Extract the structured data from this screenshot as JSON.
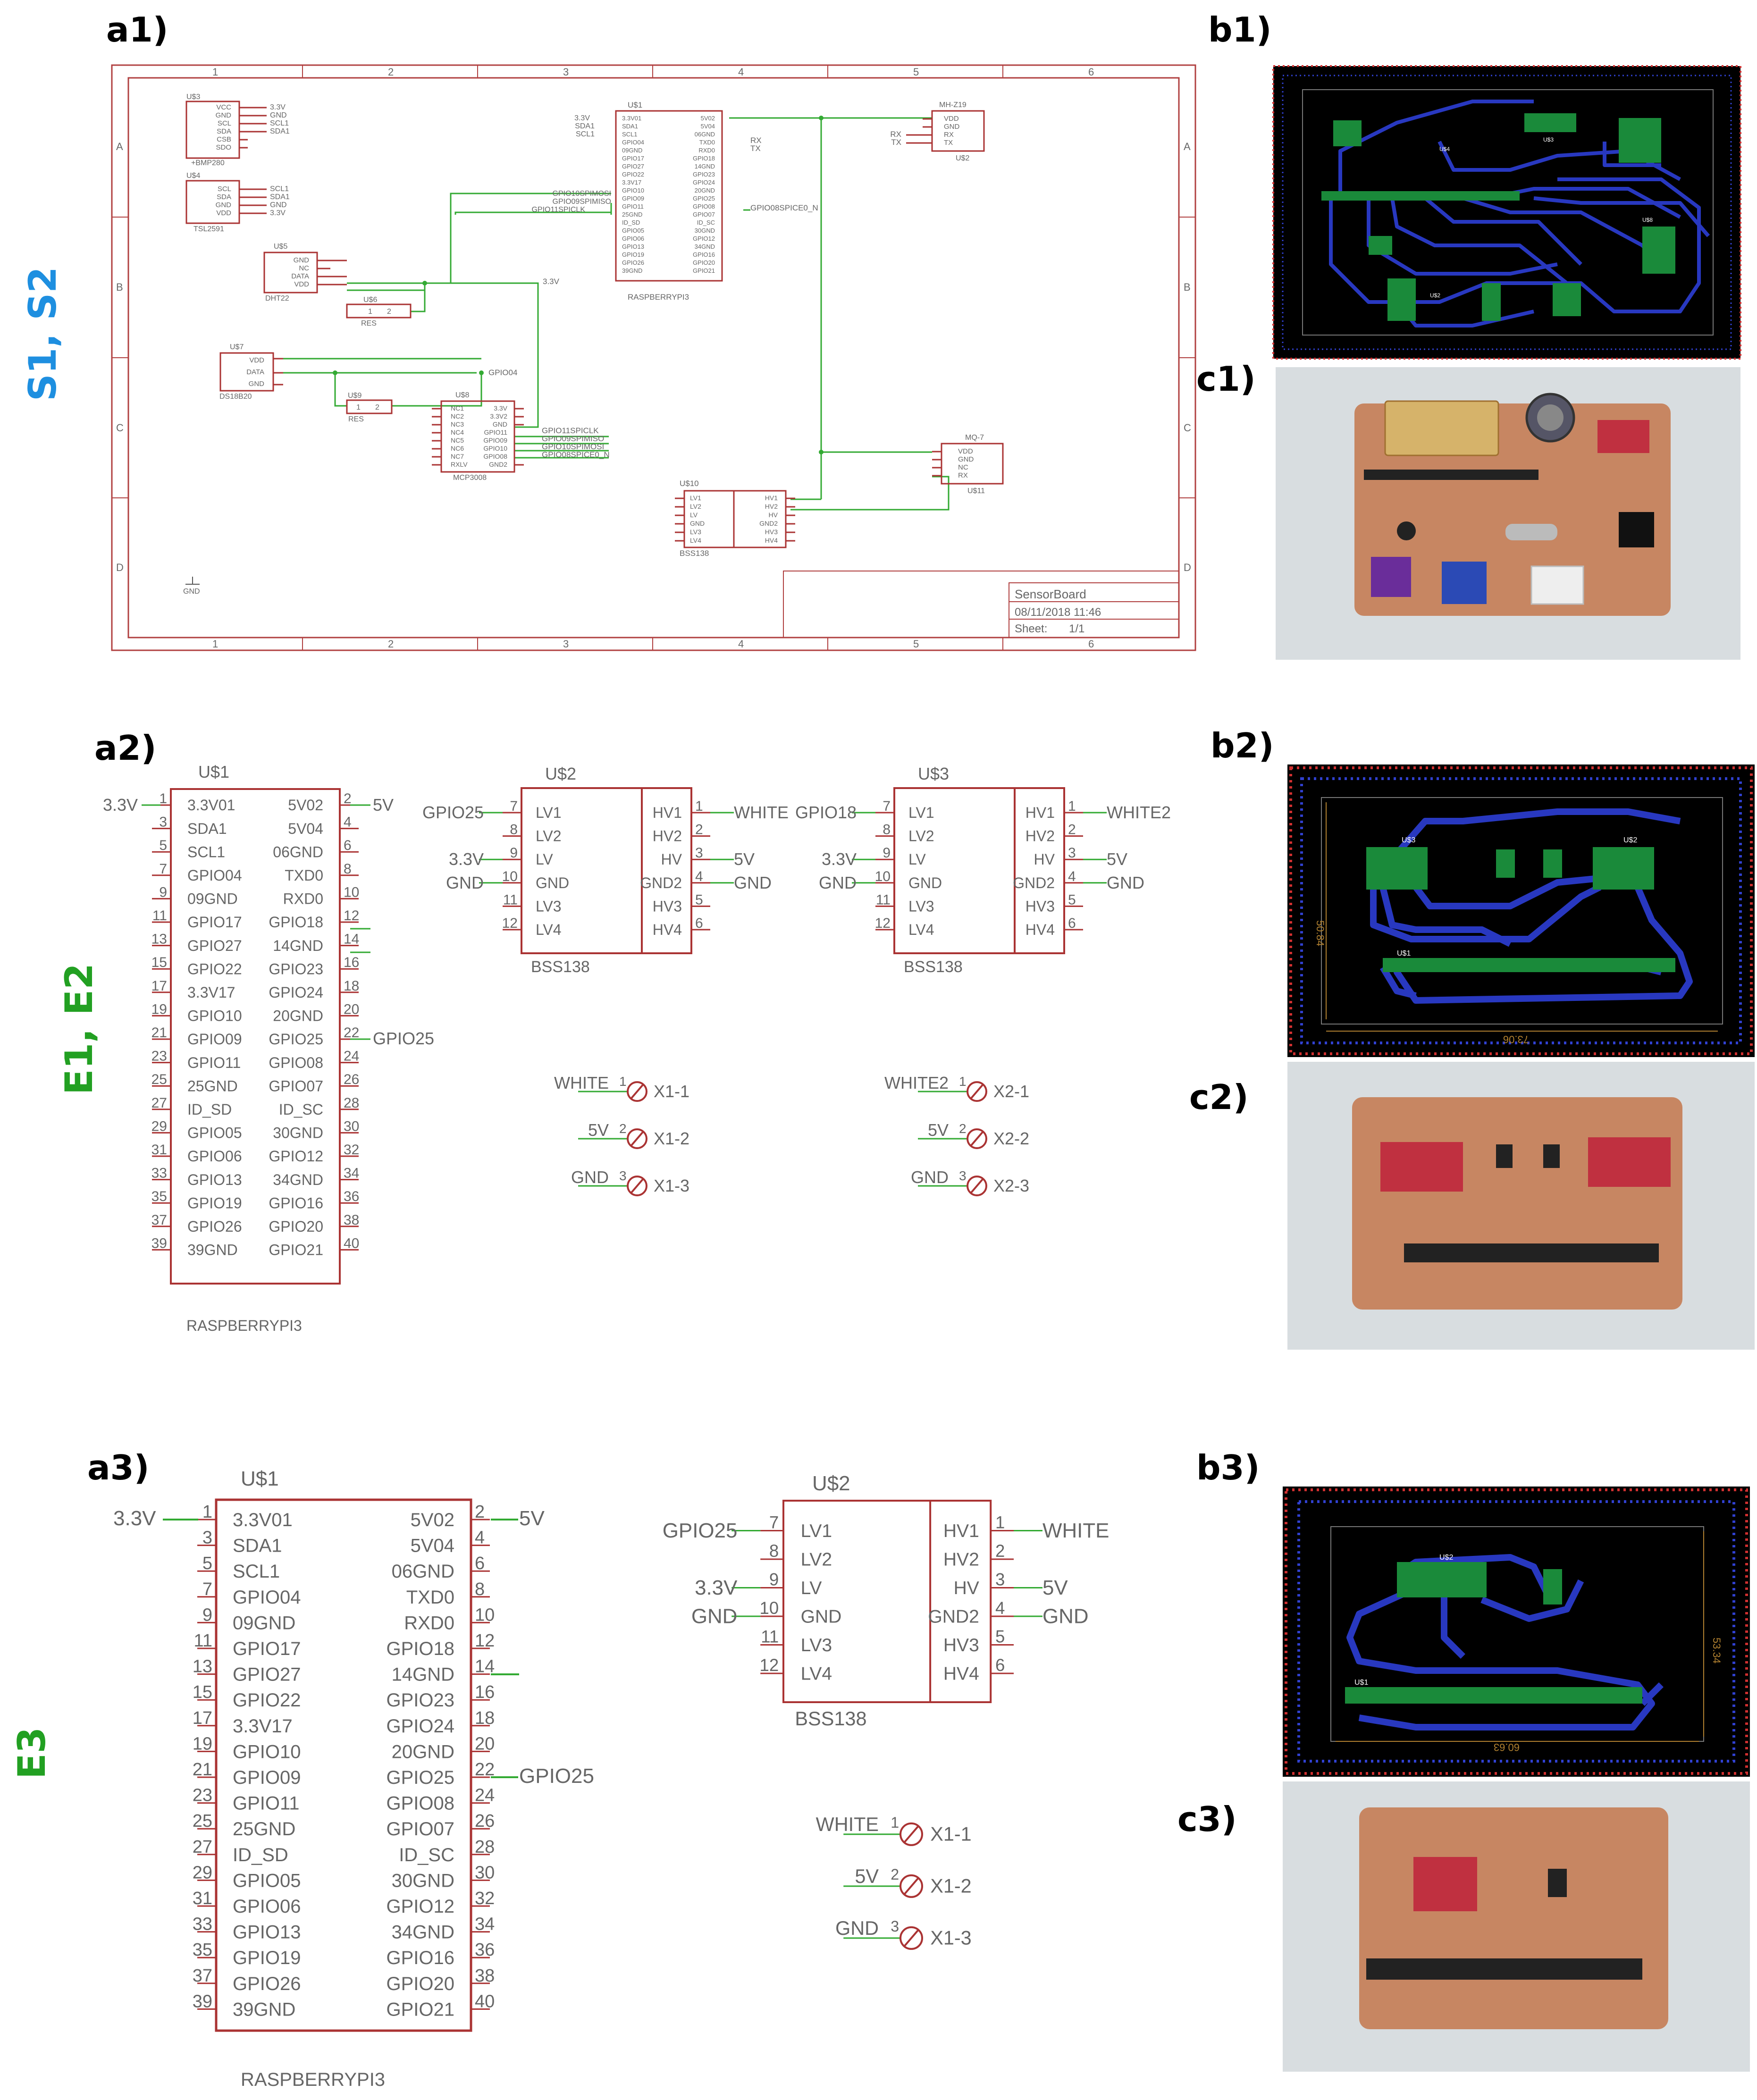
{
  "panel_labels": {
    "a1": "a1)",
    "b1": "b1)",
    "c1": "c1)",
    "a2": "a2)",
    "b2": "b2)",
    "c2": "c2)",
    "a3": "a3)",
    "b3": "b3)",
    "c3": "c3)"
  },
  "side_labels": {
    "s12": "S1, S2",
    "e12": "E1, E2",
    "e3": "E3"
  },
  "colors": {
    "s_label": "#1e8fe0",
    "e_label": "#22a022",
    "schematic_pin": "#a33333",
    "wire": "#33aa33",
    "pcb_bg": "#000000",
    "pcb_trace": "#2030b0",
    "pcb_border": "#d03030",
    "copper": "#c8865e"
  },
  "a1": {
    "col_numbers": [
      "1",
      "2",
      "3",
      "4",
      "5",
      "6"
    ],
    "row_letters": [
      "A",
      "B",
      "C",
      "D"
    ],
    "title_block": {
      "name": "SensorBoard",
      "date": "08/11/2018 11:46",
      "sheet_label": "Sheet:",
      "sheet": "1/1"
    },
    "us3": {
      "name": "U$3",
      "pins": [
        "VCC",
        "GND",
        "SCL",
        "SDA",
        "CSB",
        "SDO"
      ],
      "nets": [
        "3.3V",
        "GND",
        "SCL1",
        "SDA1"
      ],
      "part": "+BMP280"
    },
    "us4": {
      "name": "U$4",
      "pins": [
        "SCL",
        "SDA",
        "GND",
        "VDD"
      ],
      "nets": [
        "SCL1",
        "SDA1",
        "GND",
        "3.3V"
      ],
      "part": "TSL2591"
    },
    "us5": {
      "name": "U$5",
      "pins": [
        "GND",
        "NC",
        "DATA",
        "VDD"
      ],
      "part": "DHT22"
    },
    "us6": {
      "name": "U$6",
      "part": "RES"
    },
    "us7": {
      "name": "U$7",
      "pins": [
        "VDD",
        "DATA",
        "GND"
      ],
      "part": "DS18B20"
    },
    "us9": {
      "name": "U$9",
      "part": "RES"
    },
    "us8": {
      "name": "U$8",
      "left": [
        "NC1",
        "NC2",
        "NC3",
        "NC4",
        "NC5",
        "NC6",
        "NC7",
        "RXLV"
      ],
      "right": [
        "3.3V",
        "3.3V2",
        "GND",
        "GPIO11",
        "GPIO09",
        "GPIO10",
        "GPIO08",
        "GND2"
      ],
      "nets": [
        "GPIO11SPICLK",
        "GPIO09SPIMISO",
        "GPIO10SPIMOSI",
        "GPIO08SPICE0_N"
      ],
      "part": "MCP3008"
    },
    "us1": {
      "name": "U$1",
      "left": [
        "3.3V01",
        "SDA1",
        "SCL1",
        "GPIO04",
        "09GND",
        "GPIO17",
        "GPIO27",
        "GPIO22",
        "3.3V17",
        "GPIO10",
        "GPIO09",
        "GPIO11",
        "25GND",
        "ID_SD",
        "GPIO05",
        "GPIO06",
        "GPIO13",
        "GPIO19",
        "GPIO26",
        "39GND"
      ],
      "right": [
        "5V02",
        "5V04",
        "06GND",
        "TXD0",
        "RXD0",
        "GPIO18",
        "14GND",
        "GPIO23",
        "GPIO24",
        "20GND",
        "GPIO25",
        "GPIO08",
        "GPIO07",
        "ID_SC",
        "30GND",
        "GPIO12",
        "34GND",
        "GPIO16",
        "GPIO20",
        "GPIO21"
      ],
      "left_nets": [
        "3.3V",
        "SDA1",
        "SCL1"
      ],
      "spi_nets": [
        "GPIO10SPIMOSI",
        "GPIO09SPIMISO",
        "GPIO11SPICLK"
      ],
      "right_nets": [
        "RX",
        "TX"
      ],
      "spice_net": "GPIO08SPICE0_N",
      "part": "RASPBERRYPI3"
    },
    "us2": {
      "name": "MH-Z19",
      "pins": [
        "VDD",
        "GND",
        "RX",
        "TX"
      ],
      "nets": [
        "RX",
        "TX"
      ],
      "part": "U$2"
    },
    "us11": {
      "name": "MQ-7",
      "pins": [
        "VDD",
        "GND",
        "NC",
        "RX"
      ],
      "part": "U$11"
    },
    "us10": {
      "name": "U$10",
      "left": [
        "LV1",
        "LV2",
        "LV",
        "GND",
        "LV3",
        "LV4"
      ],
      "right": [
        "HV1",
        "HV2",
        "HV",
        "GND2",
        "HV3",
        "HV4"
      ],
      "part": "BSS138"
    },
    "misc": {
      "net_33": "3.3V",
      "net_gpio04": "GPIO04",
      "gnd": "GND"
    }
  },
  "a2": {
    "rpi": {
      "name": "U$1",
      "part": "RASPBERRYPI3",
      "left": [
        "3.3V01",
        "SDA1",
        "SCL1",
        "GPIO04",
        "09GND",
        "GPIO17",
        "GPIO27",
        "GPIO22",
        "3.3V17",
        "GPIO10",
        "GPIO09",
        "GPIO11",
        "25GND",
        "ID_SD",
        "GPIO05",
        "GPIO06",
        "GPIO13",
        "GPIO19",
        "GPIO26",
        "39GND"
      ],
      "right": [
        "5V02",
        "5V04",
        "06GND",
        "TXD0",
        "RXD0",
        "GPIO18",
        "14GND",
        "GPIO23",
        "GPIO24",
        "20GND",
        "GPIO25",
        "GPIO08",
        "GPIO07",
        "ID_SC",
        "30GND",
        "GPIO12",
        "34GND",
        "GPIO16",
        "GPIO20",
        "GPIO21"
      ],
      "left_nums": [
        "1",
        "3",
        "5",
        "7",
        "9",
        "11",
        "13",
        "15",
        "17",
        "19",
        "21",
        "23",
        "25",
        "27",
        "29",
        "31",
        "33",
        "35",
        "37",
        "39"
      ],
      "right_nums": [
        "2",
        "4",
        "6",
        "8",
        "10",
        "12",
        "14",
        "16",
        "18",
        "20",
        "22",
        "24",
        "26",
        "28",
        "30",
        "32",
        "34",
        "36",
        "38",
        "40"
      ],
      "net_33": "3.3V",
      "net_5v": "5V",
      "net_gpio25": "GPIO25"
    },
    "bss_a": {
      "name": "U$2",
      "part": "BSS138",
      "left": [
        "LV1",
        "LV2",
        "LV",
        "GND",
        "LV3",
        "LV4"
      ],
      "right": [
        "HV1",
        "HV2",
        "HV",
        "GND2",
        "HV3",
        "HV4"
      ],
      "left_nums": [
        "7",
        "8",
        "9",
        "10",
        "11",
        "12"
      ],
      "right_nums": [
        "1",
        "2",
        "3",
        "4",
        "5",
        "6"
      ],
      "left_nets": [
        "GPIO25",
        "",
        "3.3V",
        "GND",
        "",
        ""
      ],
      "right_nets": [
        "WHITE",
        "",
        "5V",
        "GND",
        "",
        ""
      ]
    },
    "bss_b": {
      "name": "U$3",
      "part": "BSS138",
      "left": [
        "LV1",
        "LV2",
        "LV",
        "GND",
        "LV3",
        "LV4"
      ],
      "right": [
        "HV1",
        "HV2",
        "HV",
        "GND2",
        "HV3",
        "HV4"
      ],
      "left_nums": [
        "7",
        "8",
        "9",
        "10",
        "11",
        "12"
      ],
      "right_nums": [
        "1",
        "2",
        "3",
        "4",
        "5",
        "6"
      ],
      "left_nets": [
        "GPIO18",
        "",
        "3.3V",
        "GND",
        "",
        ""
      ],
      "right_nets": [
        "WHITE2",
        "",
        "5V",
        "GND",
        "",
        ""
      ]
    },
    "conn_a": [
      {
        "net": "WHITE",
        "num": "1",
        "label": "X1-1"
      },
      {
        "net": "5V",
        "num": "2",
        "label": "X1-2"
      },
      {
        "net": "GND",
        "num": "3",
        "label": "X1-3"
      }
    ],
    "conn_b": [
      {
        "net": "WHITE2",
        "num": "1",
        "label": "X2-1"
      },
      {
        "net": "5V",
        "num": "2",
        "label": "X2-2"
      },
      {
        "net": "GND",
        "num": "3",
        "label": "X2-3"
      }
    ]
  },
  "a3": {
    "rpi": {
      "name": "U$1",
      "part": "RASPBERRYPI3",
      "net_33": "3.3V",
      "net_5v": "5V",
      "net_gpio25": "GPIO25"
    },
    "bss": {
      "name": "U$2",
      "part": "BSS138",
      "left_nets": [
        "GPIO25",
        "",
        "3.3V",
        "GND",
        "",
        ""
      ],
      "right_nets": [
        "WHITE",
        "",
        "5V",
        "GND",
        "",
        ""
      ]
    },
    "conn": [
      {
        "net": "WHITE",
        "num": "1",
        "label": "X1-1"
      },
      {
        "net": "5V",
        "num": "2",
        "label": "X1-2"
      },
      {
        "net": "GND",
        "num": "3",
        "label": "X1-3"
      }
    ]
  },
  "pcb": {
    "b1": {
      "labels": [
        "U$4",
        "U$3",
        "U$2",
        "U$8"
      ]
    },
    "b2": {
      "labels": [
        "U$3",
        "U$2",
        "U$1"
      ],
      "dim_w": "73.06",
      "dim_h": "50.84"
    },
    "b3": {
      "labels": [
        "U$2",
        "U$1"
      ],
      "dim_w": "60.63",
      "dim_h": "53.34"
    }
  }
}
